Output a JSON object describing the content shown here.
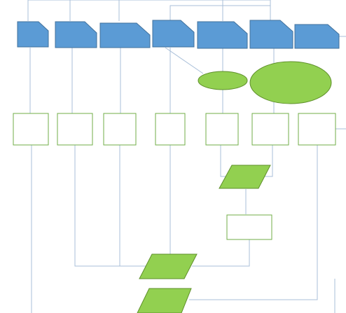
{
  "diagram": {
    "colors": {
      "card_fill": "#5b9bd5",
      "card_stroke": "#41719c",
      "shape_fill": "#92d050",
      "shape_stroke": "#5e8f2a",
      "box_stroke": "#70ad47",
      "connector": "#a9bfd9"
    },
    "cards": [
      {
        "name": "card-1"
      },
      {
        "name": "card-2"
      },
      {
        "name": "card-3"
      },
      {
        "name": "card-4"
      },
      {
        "name": "card-5"
      },
      {
        "name": "card-6"
      },
      {
        "name": "card-7"
      }
    ],
    "ellipses": [
      {
        "name": "ellipse-small"
      },
      {
        "name": "ellipse-large"
      }
    ],
    "boxes": [
      {
        "name": "box-1"
      },
      {
        "name": "box-2"
      },
      {
        "name": "box-3"
      },
      {
        "name": "box-4"
      },
      {
        "name": "box-5"
      },
      {
        "name": "box-6"
      },
      {
        "name": "box-7"
      },
      {
        "name": "box-8"
      }
    ],
    "parallelograms": [
      {
        "name": "parallelogram-1"
      },
      {
        "name": "parallelogram-2"
      },
      {
        "name": "parallelogram-3"
      }
    ]
  }
}
